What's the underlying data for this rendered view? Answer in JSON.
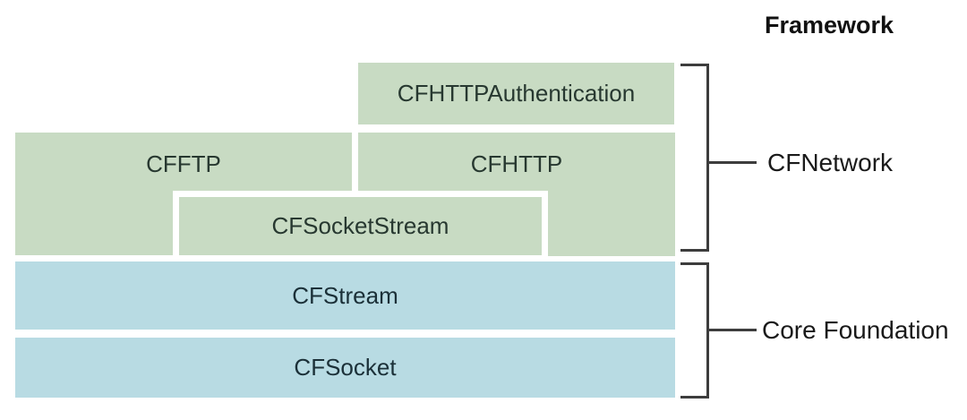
{
  "framework_title": "Framework",
  "groups": [
    {
      "label": "CFNetwork",
      "boxes": [
        {
          "label": "CFHTTPAuthentication"
        },
        {
          "label": "CFFTP"
        },
        {
          "label": "CFHTTP"
        },
        {
          "label": "CFSocketStream"
        }
      ]
    },
    {
      "label": "Core Foundation",
      "boxes": [
        {
          "label": "CFStream"
        },
        {
          "label": "CFSocket"
        }
      ]
    }
  ],
  "colors": {
    "green_box": "#c8dbc3",
    "blue_box": "#b8dbe3",
    "green_box_text": "#273830",
    "blue_box_text": "#1b3038",
    "bracket_line": "#3d3d3d",
    "label_text": "#1a1a1a",
    "background": "#ffffff"
  }
}
